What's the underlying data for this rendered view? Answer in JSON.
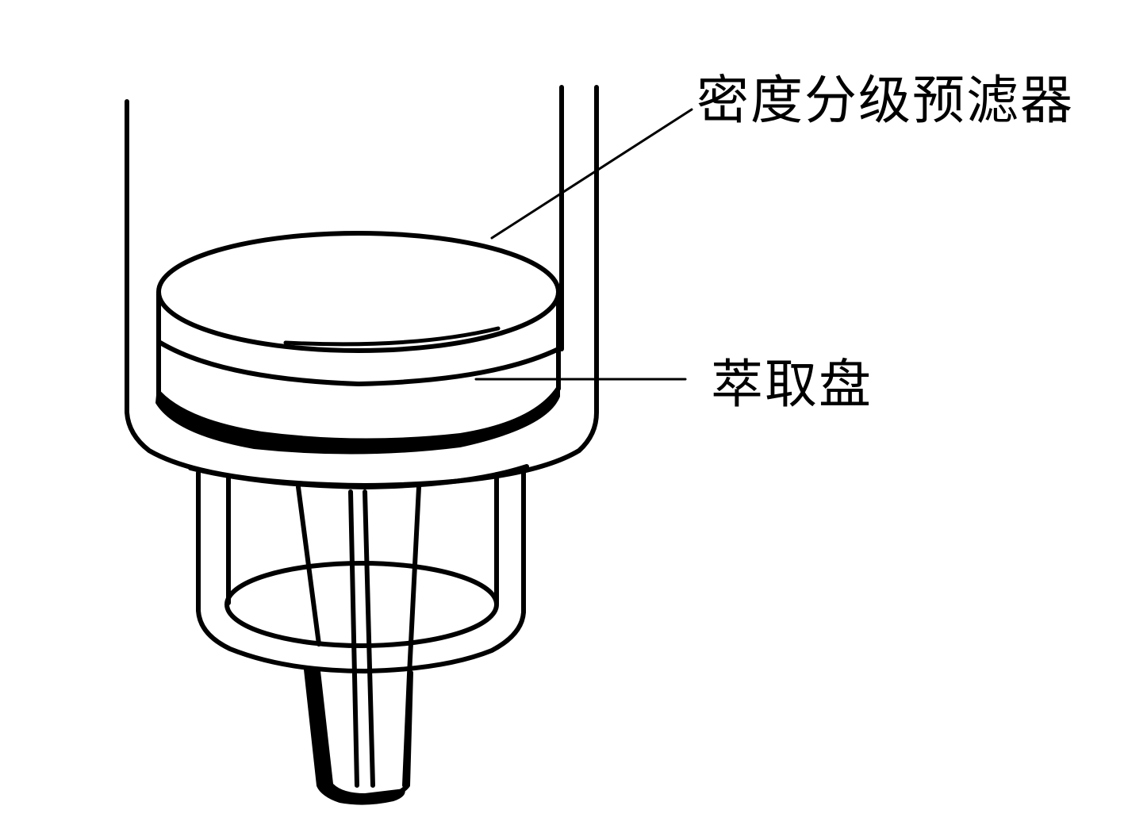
{
  "diagram": {
    "type": "technical-line-drawing",
    "colors": {
      "line": "#000000",
      "background": "#ffffff"
    },
    "labels": {
      "prefilter": "密度分级预滤器",
      "extraction_disk": "萃取盘"
    },
    "components": [
      {
        "id": "syringe-barrel",
        "description": "tall open-top cylindrical barrel with rounded bottom"
      },
      {
        "id": "prefilter",
        "description": "thick top disk layer"
      },
      {
        "id": "extraction-disk",
        "description": "middle disk layer with dark bottom band"
      },
      {
        "id": "outlet-housing",
        "description": "lower cup housing with inner ellipse"
      },
      {
        "id": "outlet-tip",
        "description": "tapered luer tip with dark edge"
      }
    ]
  }
}
